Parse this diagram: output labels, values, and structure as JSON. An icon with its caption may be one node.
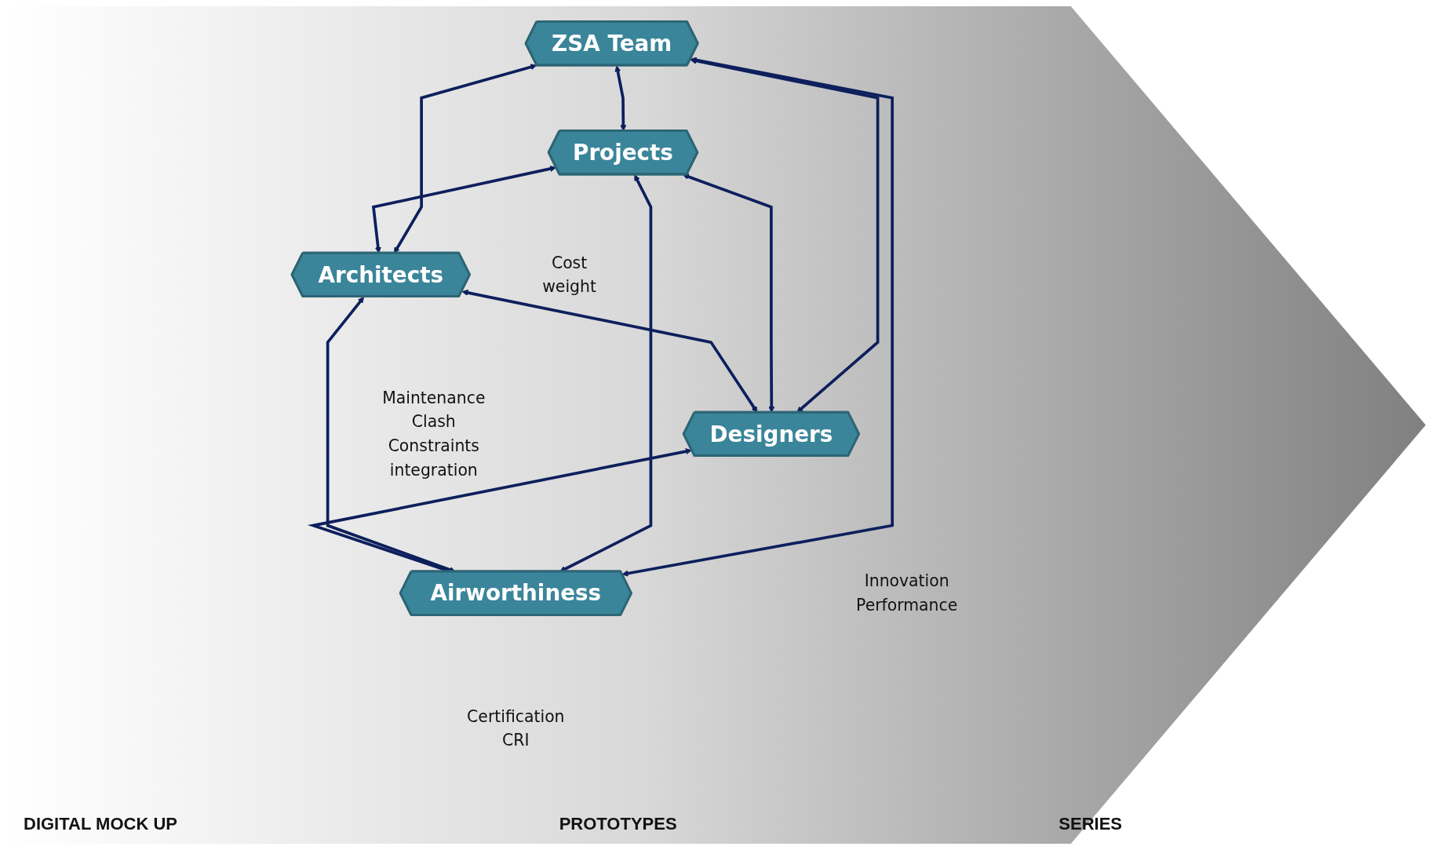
{
  "diagram": {
    "nodes": [
      {
        "text": [
          "ZSA Team"
        ]
      },
      {
        "text": [
          "Projects"
        ],
        "beside": [
          "Cost",
          "weight"
        ]
      },
      {
        "text": [
          "Architects"
        ],
        "beside": [
          "Maintenance",
          "Clash",
          "Constraints",
          "integration"
        ]
      },
      {
        "text": [
          "Designers"
        ],
        "beside": [
          "Innovation",
          "Performance"
        ]
      },
      {
        "text": [
          "Airworthiness"
        ],
        "beside": [
          "Certification",
          "CRI"
        ]
      }
    ],
    "edges": [
      {
        "from": 0,
        "to": 1,
        "arrow": "both"
      },
      {
        "from": 0,
        "to": 2,
        "arrow": "both"
      },
      {
        "from": 1,
        "to": 2,
        "arrow": "both"
      },
      {
        "from": 0,
        "to": 3,
        "arrow": "both"
      },
      {
        "from": 0,
        "to": 4,
        "arrow": "both"
      },
      {
        "from": 1,
        "to": 3,
        "arrow": "both"
      },
      {
        "from": 1,
        "to": 4,
        "arrow": "both"
      },
      {
        "from": 2,
        "to": 3,
        "arrow": "both"
      },
      {
        "from": 2,
        "to": 4,
        "arrow": "both"
      },
      {
        "from": 3,
        "to": 4,
        "arrow": "both"
      }
    ],
    "labels": [
      "DIGITAL MOCK UP",
      "PROTOTYPES",
      "SERIES"
    ]
  }
}
